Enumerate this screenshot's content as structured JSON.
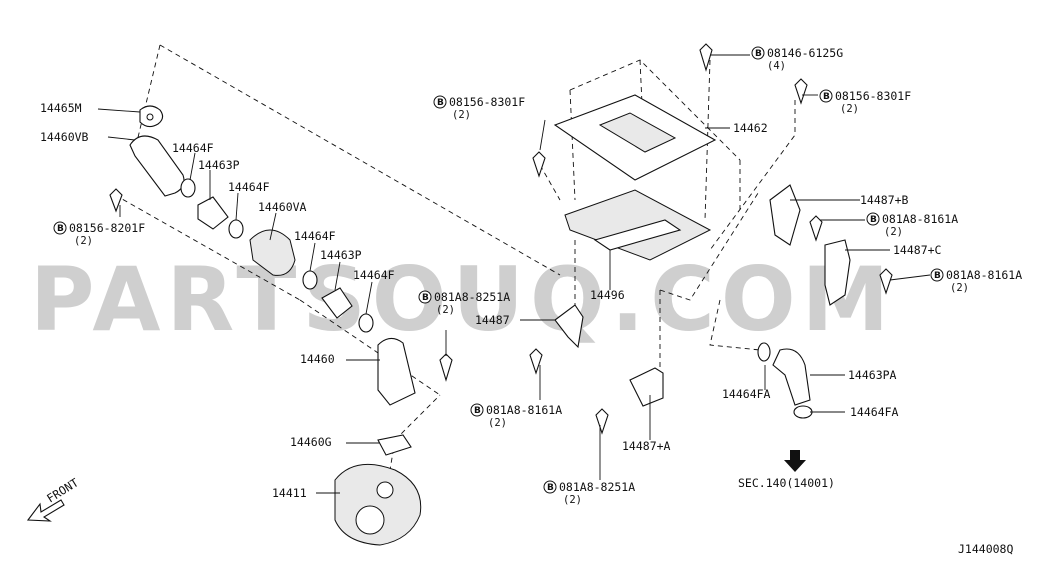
{
  "watermark": "PARTSOUQ.COM",
  "diagram_code": "J144008Q",
  "front_label": "FRONT",
  "section_ref": "SEC.140(14001)",
  "bolt_marker": "B",
  "parts": [
    "14465M",
    "14460VB",
    "14464F",
    "14463P",
    "14464F",
    "14460VA",
    "14464F",
    "14463P",
    "14464F",
    "14460",
    "14460G",
    "14411",
    "14462",
    "14496",
    "14487",
    "14487+A",
    "14487+B",
    "14487+C",
    "14463PA",
    "14464FA",
    "14464FA"
  ],
  "bolts": [
    {
      "code": "08156-8201F",
      "qty": "(2)"
    },
    {
      "code": "081A8-8251A",
      "qty": "(2)"
    },
    {
      "code": "08156-8301F",
      "qty": "(2)"
    },
    {
      "code": "08146-6125G",
      "qty": "(4)"
    },
    {
      "code": "08156-8301F",
      "qty": "(2)"
    },
    {
      "code": "081A8-8161A",
      "qty": "(2)"
    },
    {
      "code": "081A8-8161A",
      "qty": "(2)"
    },
    {
      "code": "081A8-8161A",
      "qty": "(2)"
    },
    {
      "code": "081A8-8251A",
      "qty": "(2)"
    }
  ]
}
